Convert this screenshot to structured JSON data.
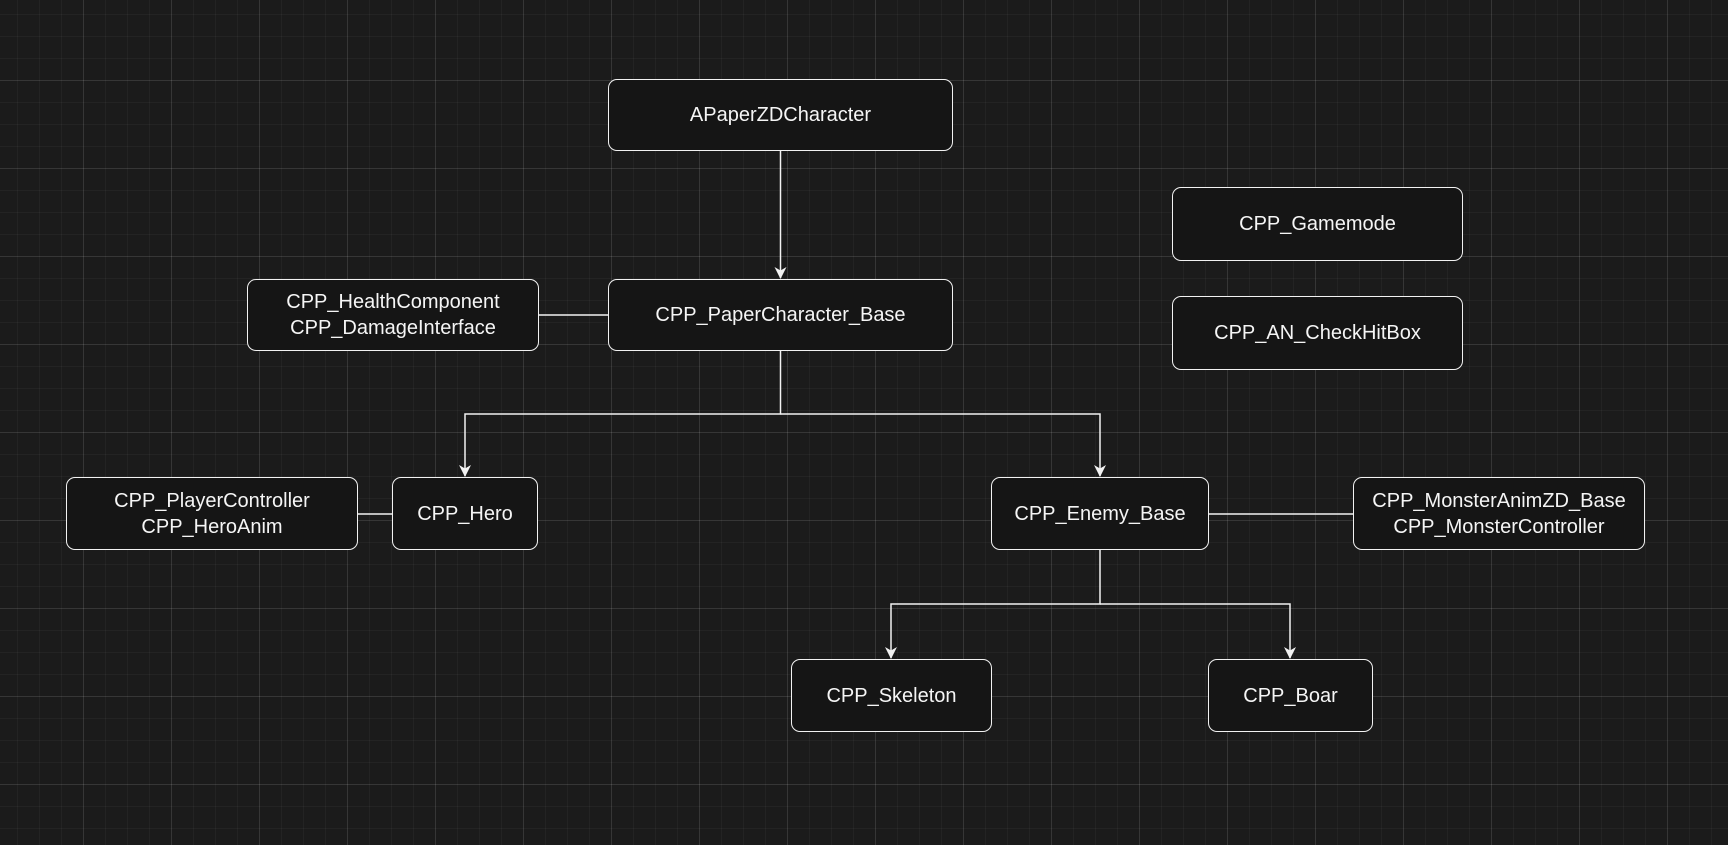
{
  "nodes": {
    "apaper": {
      "lines": [
        "APaperZDCharacter"
      ]
    },
    "pcbase": {
      "lines": [
        "CPP_PaperCharacter_Base"
      ]
    },
    "health": {
      "lines": [
        "CPP_HealthComponent",
        "CPP_DamageInterface"
      ]
    },
    "hero": {
      "lines": [
        "CPP_Hero"
      ]
    },
    "playerc": {
      "lines": [
        "CPP_PlayerController",
        "CPP_HeroAnim"
      ]
    },
    "enemy": {
      "lines": [
        "CPP_Enemy_Base"
      ]
    },
    "monster": {
      "lines": [
        "CPP_MonsterAnimZD_Base",
        "CPP_MonsterController"
      ]
    },
    "skeleton": {
      "lines": [
        "CPP_Skeleton"
      ]
    },
    "boar": {
      "lines": [
        "CPP_Boar"
      ]
    },
    "gamemode": {
      "lines": [
        "CPP_Gamemode"
      ]
    },
    "anhit": {
      "lines": [
        "CPP_AN_CheckHitBox"
      ]
    }
  },
  "edges": [
    {
      "from": "apaper",
      "to": "pcbase",
      "kind": "inheritance-arrow"
    },
    {
      "from": "pcbase",
      "to": "hero",
      "kind": "inheritance-arrow"
    },
    {
      "from": "pcbase",
      "to": "enemy",
      "kind": "inheritance-arrow"
    },
    {
      "from": "enemy",
      "to": "skeleton",
      "kind": "inheritance-arrow"
    },
    {
      "from": "enemy",
      "to": "boar",
      "kind": "inheritance-arrow"
    },
    {
      "from": "health",
      "to": "pcbase",
      "kind": "association-line"
    },
    {
      "from": "playerc",
      "to": "hero",
      "kind": "association-line"
    },
    {
      "from": "enemy",
      "to": "monster",
      "kind": "association-line"
    }
  ],
  "colors": {
    "background": "#1b1b1b",
    "node_fill": "#151515",
    "stroke": "#f2f2f2",
    "text": "#f5f5f5"
  }
}
